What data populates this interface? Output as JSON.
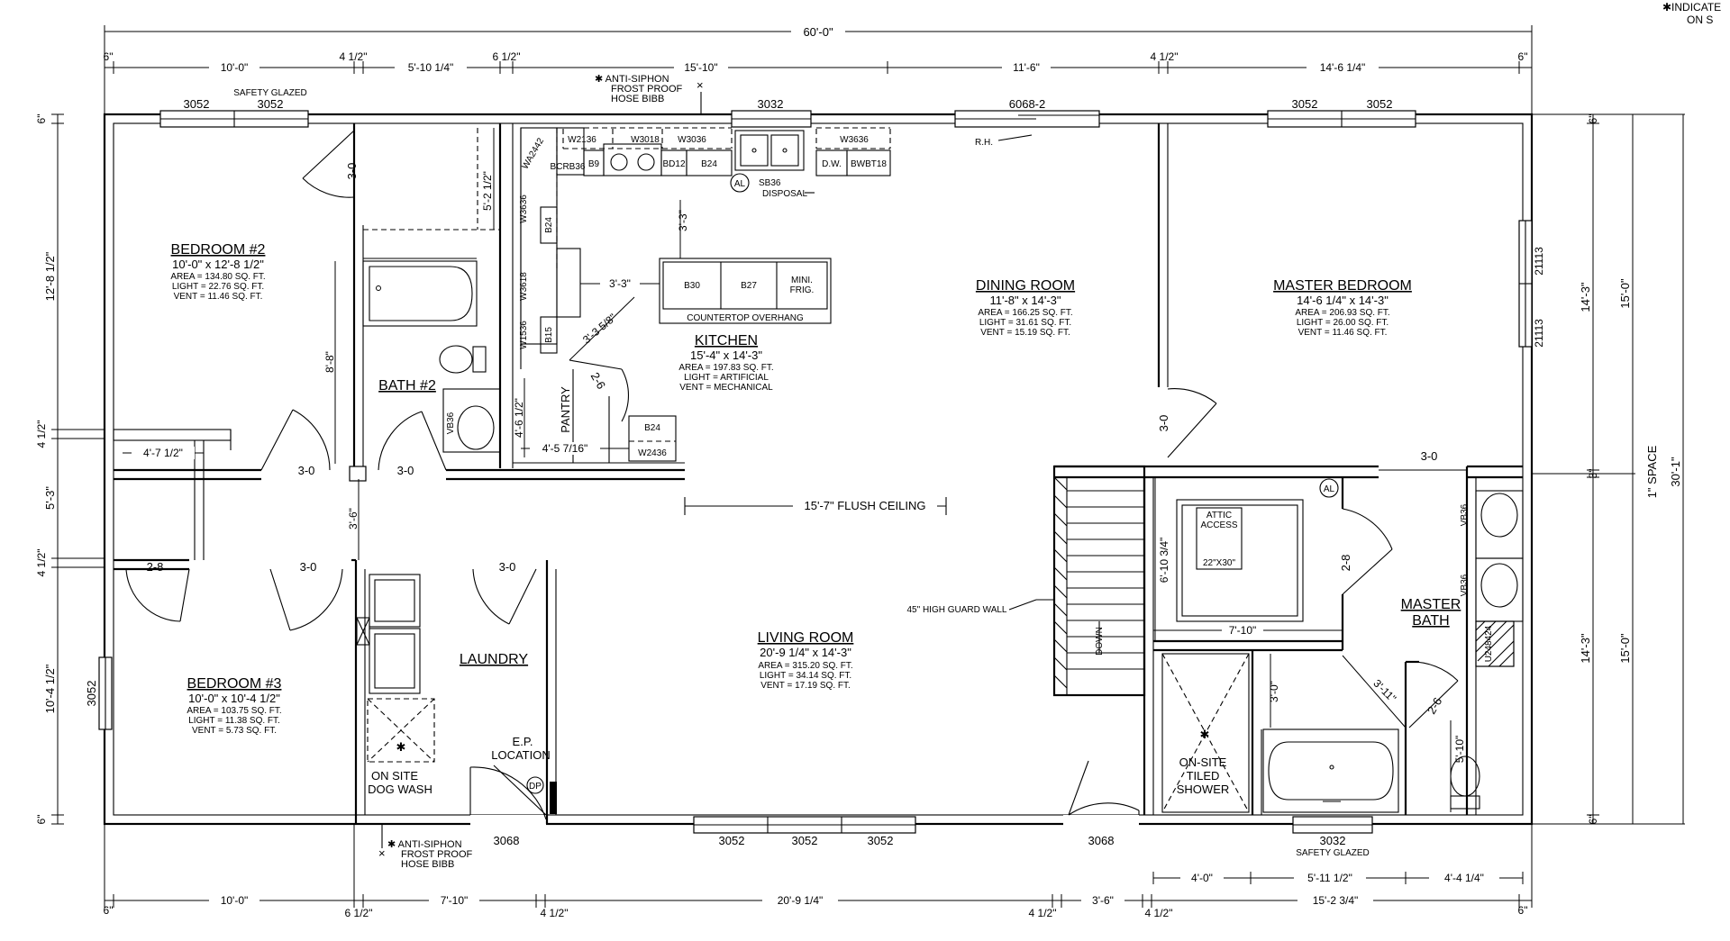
{
  "legend_note": [
    "✱INDICATE",
    "ON S"
  ],
  "overall": {
    "width": "60'-0\"",
    "depth": "30'-1\"",
    "space": "1\" SPACE"
  },
  "top_dims": [
    "6\"",
    "10'-0\"",
    "4 1/2\"",
    "5'-10 1/4\"",
    "6 1/2\"",
    "15'-10\"",
    "11'-6\"",
    "4 1/2\"",
    "14'-6 1/4\"",
    "6\""
  ],
  "bottom_dims": [
    "6\"",
    "10'-0\"",
    "6 1/2\"",
    "7'-10\"",
    "4 1/2\"",
    "20'-9 1/4\"",
    "4 1/2\"",
    "3'-6\"",
    "4 1/2\"",
    "15'-2 3/4\"",
    "6\""
  ],
  "bottom_sub_dims": [
    "4'-0\"",
    "5'-11 1/2\"",
    "4'-4 1/4\""
  ],
  "left_dims": [
    "6\"",
    "12'-8 1/2\"",
    "4 1/2\"",
    "5'-3\"",
    "4 1/2\"",
    "10'-4 1/2\"",
    "6\""
  ],
  "right_dims": [
    "6\"",
    "14'-3\"",
    "3\"",
    "14'-3\"",
    "6\"",
    "15'-0\"",
    "15'-0\""
  ],
  "rooms": {
    "bedroom2": {
      "name": "BEDROOM #2",
      "size": "10'-0\" x 12'-8 1/2\"",
      "area": "AREA = 134.80 SQ. FT.",
      "light": "LIGHT = 22.76 SQ. FT.",
      "vent": "VENT = 11.46 SQ. FT."
    },
    "bedroom3": {
      "name": "BEDROOM #3",
      "size": "10'-0\" x 10'-4 1/2\"",
      "area": "AREA = 103.75 SQ. FT.",
      "light": "LIGHT = 11.38 SQ. FT.",
      "vent": "VENT = 5.73 SQ. FT."
    },
    "kitchen": {
      "name": "KITCHEN",
      "size": "15'-4\" x 14'-3\"",
      "area": "AREA = 197.83 SQ. FT.",
      "light": "LIGHT = ARTIFICIAL",
      "vent": "VENT = MECHANICAL"
    },
    "dining": {
      "name": "DINING ROOM",
      "size": "11'-8\" x 14'-3\"",
      "area": "AREA = 166.25 SQ. FT.",
      "light": "LIGHT = 31.61 SQ. FT.",
      "vent": "VENT = 15.19 SQ. FT."
    },
    "master": {
      "name": "MASTER BEDROOM",
      "size": "14'-6 1/4\" x 14'-3\"",
      "area": "AREA = 206.93 SQ. FT.",
      "light": "LIGHT = 26.00 SQ. FT.",
      "vent": "VENT = 11.46 SQ. FT."
    },
    "living": {
      "name": "LIVING ROOM",
      "size": "20'-9 1/4\" x 14'-3\"",
      "area": "AREA = 315.20 SQ. FT.",
      "light": "LIGHT = 34.14 SQ. FT.",
      "vent": "VENT = 17.19 SQ. FT."
    },
    "bath2": "BATH #2",
    "laundry": "LAUNDRY",
    "pantry": "PANTRY",
    "master_bath": [
      "MASTER",
      "BATH"
    ]
  },
  "windows": {
    "top": [
      "3052",
      "3052",
      "3032",
      "3052",
      "3052"
    ],
    "safety_glazed": "SAFETY GLAZED",
    "bottom": [
      "3052",
      "3052",
      "3052",
      "3032"
    ],
    "left": "3052",
    "right": [
      "21113",
      "21113"
    ]
  },
  "doors": {
    "patio": "6068-2",
    "rh": "R.H.",
    "front": "3068",
    "rear": "3068",
    "swings": [
      "3-0",
      "3-0",
      "3-0",
      "2-8",
      "3-0",
      "3-0",
      "3-0",
      "3-0",
      "2-6",
      "2-8",
      "2-6"
    ]
  },
  "hose_bibb": [
    "✱ ANTI-SIPHON",
    "FROST PROOF",
    "HOSE BIBB"
  ],
  "cabinets": {
    "upper": [
      "W2136",
      "W3018",
      "W3036",
      "W3636",
      "WA2442",
      "W3636",
      "W3618",
      "W1536",
      "W2436"
    ],
    "base": [
      "BCRB36",
      "B9",
      "BD12",
      "B24",
      "D.W.",
      "BWBT18",
      "B24",
      "B15",
      "B24"
    ],
    "island": [
      "B30",
      "B27",
      "MINI.",
      "FRIG."
    ],
    "overhang": "COUNTERTOP OVERHANG",
    "sink": [
      "SB36",
      "DISPOSAL"
    ],
    "al": "AL",
    "vanity": [
      "VB36",
      "VB36",
      "VB36"
    ],
    "linen": "U248424"
  },
  "kitchen_dims": [
    "5'-2 1/2\"",
    "3'-3\"",
    "3'-3\"",
    "3'-3 5/8\"",
    "8'-8\"",
    "4'-6 1/2\"",
    "4'-5 7/16\"",
    "4'-7 1/2\"",
    "3'-6\""
  ],
  "notes": {
    "flush_ceiling": "15'-7\" FLUSH CEILING",
    "guard_wall": "45\" HIGH GUARD WALL",
    "down": "DOWN",
    "attic": [
      "ATTIC",
      "ACCESS"
    ],
    "attic_size": "22\"X30\"",
    "stair_dim": "6'-10 3/4\"",
    "closet_dim": "7'-10\"",
    "dog_wash": [
      "ON SITE",
      "DOG WASH"
    ],
    "ep": [
      "E.P.",
      "LOCATION"
    ],
    "dp": "DP",
    "shower": [
      "ON-SITE",
      "TILED",
      "SHOWER"
    ],
    "bath_dims": [
      "3'-0\"",
      "3'-11\"",
      "5'-10\""
    ]
  }
}
